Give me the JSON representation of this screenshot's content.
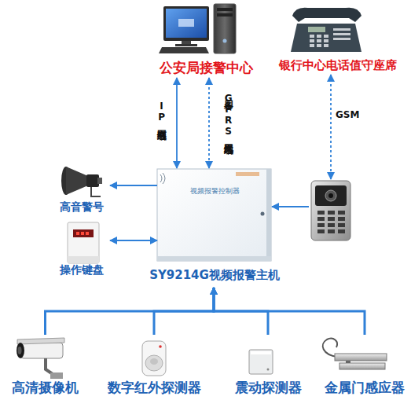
{
  "diagram": {
    "nodes": [
      {
        "text": [
          "公安局接警中心"
        ]
      },
      {
        "text": [
          "银行中心电话值守座席"
        ]
      },
      {
        "text": [
          "视频报警控制器",
          "SY9214G视频报警主机"
        ]
      },
      {
        "text": [
          "高音警号"
        ]
      },
      {
        "text": [
          "操作键盘"
        ]
      },
      {
        "text": []
      },
      {
        "text": [
          "高清摄像机"
        ]
      },
      {
        "text": [
          "数字红外探测器"
        ]
      },
      {
        "text": [
          "震动探测器"
        ]
      },
      {
        "text": [
          "金属门感应器"
        ]
      }
    ],
    "edges": [
      {
        "from": 0,
        "to": 2,
        "arrow": "both",
        "label": "IP有线网络"
      },
      {
        "from": 0,
        "to": 2,
        "arrow": "both",
        "label": "备用GPRS无线网络"
      },
      {
        "from": 1,
        "to": 5,
        "arrow": "both",
        "label": "GSM"
      },
      {
        "from": 5,
        "to": 2,
        "arrow": "to"
      },
      {
        "from": 2,
        "to": 3,
        "arrow": "to"
      },
      {
        "from": 2,
        "to": 4,
        "arrow": "both"
      },
      {
        "from": 6,
        "to": 2,
        "arrow": "to"
      },
      {
        "from": 7,
        "to": 2,
        "arrow": "to"
      },
      {
        "from": 8,
        "to": 2,
        "arrow": "to"
      },
      {
        "from": 9,
        "to": 2,
        "arrow": "to"
      }
    ]
  }
}
